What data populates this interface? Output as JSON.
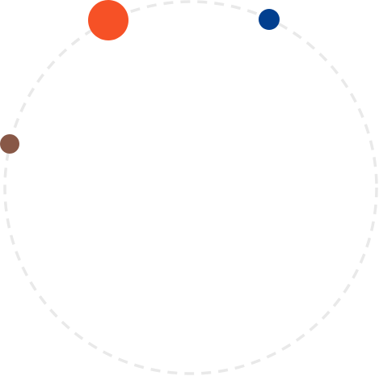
{
  "colors": {
    "ring": "#e9e9e9",
    "dot_large": "#f65126",
    "dot_blue": "#023f8f",
    "dot_brown": "#885847"
  },
  "ring": {
    "style": "dashed"
  },
  "dots": [
    {
      "name": "large-orange-dot",
      "color_key": "dot_large"
    },
    {
      "name": "small-blue-dot",
      "color_key": "dot_blue"
    },
    {
      "name": "small-brown-dot",
      "color_key": "dot_brown"
    }
  ]
}
